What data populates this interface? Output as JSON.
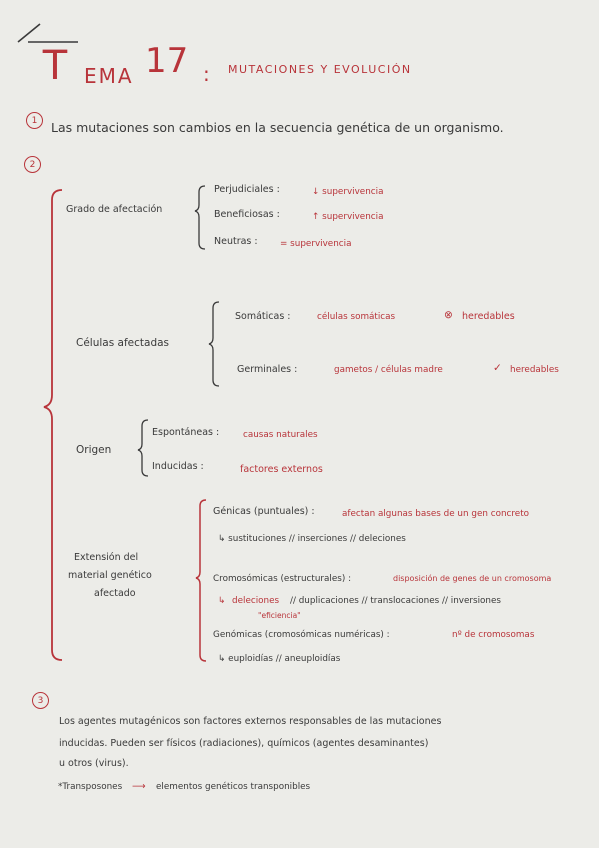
{
  "title": {
    "t_letter": "T",
    "ema": "EMA",
    "number": "17",
    "colon": ":",
    "subtitle": "MUTACIONES Y EVOLUCIÓN"
  },
  "section1": {
    "num": "1",
    "text": "Las mutaciones son cambios en la secuencia genética de un organismo."
  },
  "section2": {
    "num": "2",
    "grado": {
      "label": "Grado de afectación",
      "items": [
        {
          "name": "Perjudiciales :",
          "value": "↓ supervivencia"
        },
        {
          "name": "Beneficiosas :",
          "value": "↑ supervivencia"
        },
        {
          "name": "Neutras :",
          "value": "= supervivencia"
        }
      ]
    },
    "celulas": {
      "label": "Células afectadas",
      "items": [
        {
          "name": "Somáticas :",
          "value": "células somáticas",
          "mark": "⊗",
          "tail": "heredables"
        },
        {
          "name": "Germinales :",
          "value": "gametos / células madre",
          "mark": "✓",
          "tail": "heredables"
        }
      ]
    },
    "origen": {
      "label": "Origen",
      "items": [
        {
          "name": "Espontáneas :",
          "value": "causas naturales"
        },
        {
          "name": "Inducidas :",
          "value": "factores externos"
        }
      ]
    },
    "extension": {
      "label_lines": [
        "Extensión del",
        "material genético",
        "afectado"
      ],
      "genicas": {
        "name": "Génicas (puntuales) :",
        "value": "afectan algunas bases de un gen concreto",
        "sub": "↳ sustituciones // inserciones // deleciones"
      },
      "cromosomicas": {
        "name": "Cromosómicas (estructurales) :",
        "value": "disposición de genes de un cromosoma",
        "sub_prefix": "↳",
        "sub_red": "deleciones",
        "sub_rest": "// duplicaciones // translocaciones // inversiones",
        "note": "\"eficiencia\""
      },
      "genomicas": {
        "name": "Genómicas (cromosómicas numéricas) :",
        "value": "nº de cromosomas",
        "sub": "↳ euploidías // aneuploidías"
      }
    }
  },
  "section3": {
    "num": "3",
    "lines": [
      "Los agentes mutagénicos son factores externos responsables de las mutaciones",
      "inducidas. Pueden ser físicos (radiaciones), químicos (agentes desaminantes)",
      "u otros (virus)."
    ],
    "footnote_label": "*Transposones",
    "footnote_arrow": "⟶",
    "footnote_text": "elementos genéticos transponibles"
  },
  "colors": {
    "ink_red": "#b8343a",
    "ink_dark": "#3a3a3a",
    "paper": "#ecece8"
  }
}
